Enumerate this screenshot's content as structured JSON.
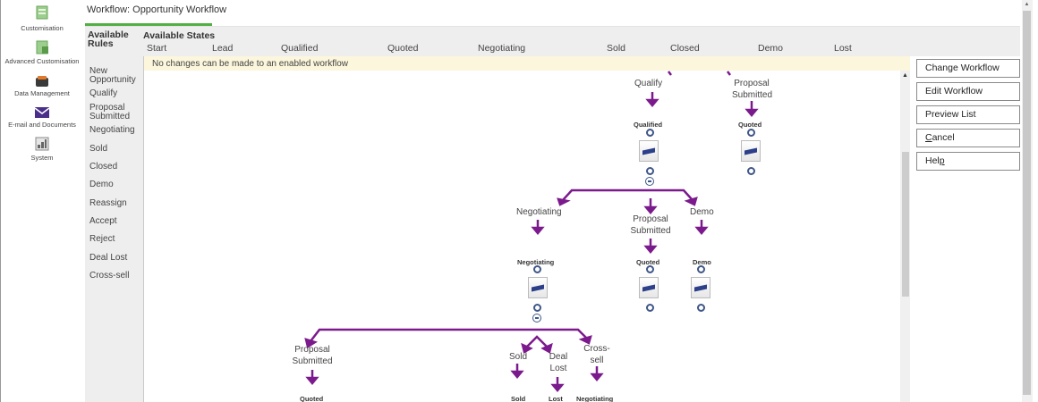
{
  "left_nav": {
    "items": [
      {
        "label": "Customisation",
        "icon": "customisation-icon"
      },
      {
        "label": "Advanced Customisation",
        "icon": "advanced-customisation-icon"
      },
      {
        "label": "Data Management",
        "icon": "data-management-icon"
      },
      {
        "label": "E-mail and Documents",
        "icon": "email-icon"
      },
      {
        "label": "System",
        "icon": "system-icon"
      }
    ]
  },
  "header": {
    "title": "Workflow: Opportunity Workflow"
  },
  "rules": {
    "header": "Available Rules",
    "items": [
      "New Opportunity",
      "Qualify",
      "Proposal Submitted",
      "Negotiating",
      "Sold",
      "Closed",
      "Demo",
      "Reassign",
      "Accept",
      "Reject",
      "Deal Lost",
      "Cross-sell"
    ]
  },
  "states": {
    "header": "Available States",
    "items": [
      "Start",
      "Lead",
      "Qualified",
      "Quoted",
      "Negotiating",
      "Sold",
      "Closed",
      "Demo",
      "Lost"
    ]
  },
  "notice": "No changes can be made to an enabled workflow",
  "workflow": {
    "rules": {
      "qualify": "Qualify",
      "proposal_submitted": "Proposal Submitted",
      "negotiating": "Negotiating",
      "demo": "Demo",
      "sold": "Sold",
      "deal_lost": "Deal Lost",
      "cross_sell": "Cross-sell"
    },
    "states": {
      "qualified": "Qualified",
      "quoted": "Quoted",
      "negotiating": "Negotiating",
      "demo": "Demo",
      "sold": "Sold",
      "lost": "Lost"
    }
  },
  "actions": {
    "change_workflow": "Change Workflow",
    "edit_workflow": "Edit Workflow",
    "preview_list": "Preview List",
    "cancel_first": "C",
    "cancel_rest": "ancel",
    "help_first": "Hel",
    "help_underlined": "p"
  },
  "colors": {
    "accent_green": "#52b043",
    "arrow_purple": "#7b1a8c",
    "node_blue": "#3e5688",
    "notice_bg": "#fbf6dc"
  }
}
